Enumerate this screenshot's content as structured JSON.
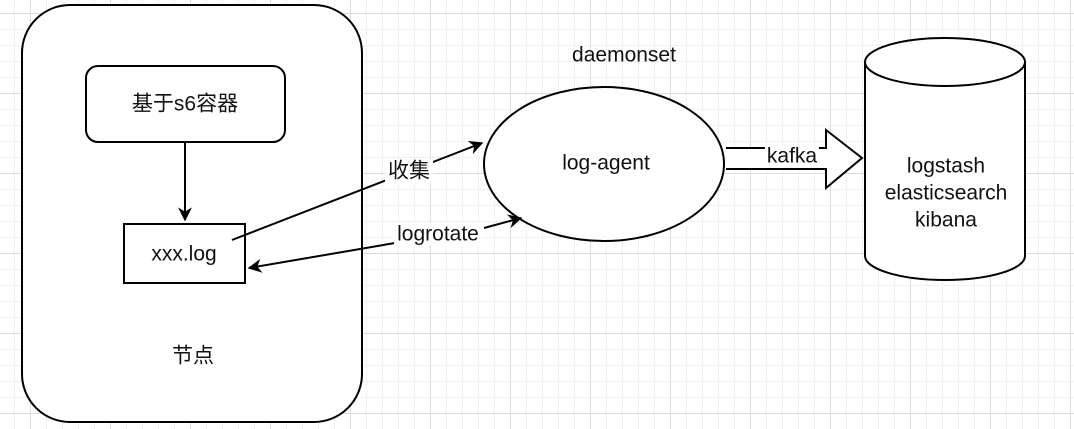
{
  "node": {
    "label": "节点"
  },
  "container": {
    "label": "基于s6容器"
  },
  "log_file": {
    "label": "xxx.log"
  },
  "agent": {
    "title": "daemonset",
    "label": "log-agent"
  },
  "edges": {
    "collect": "收集",
    "logrotate": "logrotate",
    "kafka": "kafka"
  },
  "storage": {
    "lines": [
      "logstash",
      "elasticsearch",
      "kibana"
    ]
  },
  "colors": {
    "stroke": "#000000",
    "fill": "#ffffff",
    "grid": "#dcdcdc"
  }
}
